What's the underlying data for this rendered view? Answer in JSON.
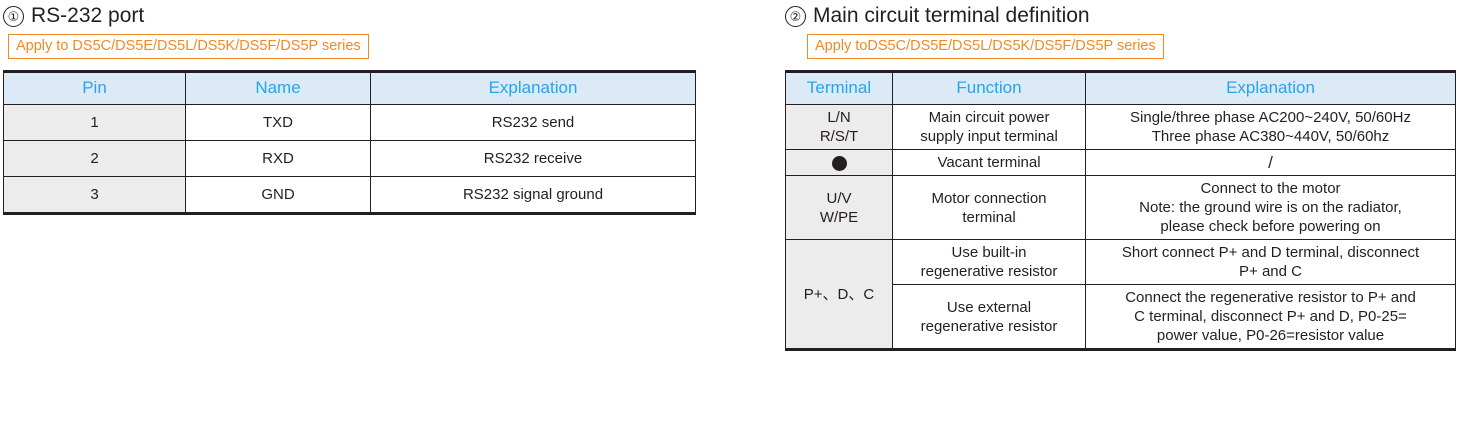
{
  "sections": [
    {
      "number": "①",
      "title": "RS-232 port",
      "badge": "Apply to DS5C/DS5E/DS5L/DS5K/DS5F/DS5P series",
      "table": {
        "headers": [
          "Pin",
          "Name",
          "Explanation"
        ],
        "rows": [
          [
            "1",
            "TXD",
            "RS232 send"
          ],
          [
            "2",
            "RXD",
            "RS232 receive"
          ],
          [
            "3",
            "GND",
            "RS232 signal ground"
          ]
        ]
      }
    },
    {
      "number": "②",
      "title": "Main circuit terminal definition",
      "badge": "Apply toDS5C/DS5E/DS5L/DS5K/DS5F/DS5P series",
      "table": {
        "headers": [
          "Terminal",
          "Function",
          "Explanation"
        ],
        "rows": [
          {
            "terminal_line1": "L/N",
            "terminal_line2": "R/S/T",
            "function_line1": "Main circuit power",
            "function_line2": "supply input terminal",
            "explanation_line1": "Single/three phase AC200~240V, 50/60Hz",
            "explanation_line2": "Three phase AC380~440V, 50/60hz"
          },
          {
            "terminal_icon": "filled-circle-icon",
            "function_line1": "Vacant terminal",
            "explanation_line1": "/"
          },
          {
            "terminal_line1": "U/V",
            "terminal_line2": "W/PE",
            "function_line1": "Motor connection",
            "function_line2": "terminal",
            "explanation_line1": "Connect to the motor",
            "explanation_line2": "Note: the ground wire is on the radiator,",
            "explanation_line3": "please check before powering on"
          },
          {
            "terminal_line1": "P+、D、C",
            "sub_rows": [
              {
                "function_line1": "Use built-in",
                "function_line2": "regenerative resistor",
                "explanation_line1": "Short connect P+ and D terminal, disconnect",
                "explanation_line2": "P+ and C"
              },
              {
                "function_line1": "Use external",
                "function_line2": "regenerative resistor",
                "explanation_line1": "Connect the regenerative resistor to P+ and",
                "explanation_line2": "C terminal, disconnect P+ and D, P0-25=",
                "explanation_line3": "power value, P0-26=resistor value"
              }
            ]
          }
        ]
      }
    }
  ],
  "colors": {
    "header_bg": "#dce9f7",
    "header_text": "#29a3ec",
    "shaded_cell_bg": "#ececec",
    "badge_border": "#f08a24",
    "badge_text": "#f08a24",
    "body_text": "#231f20"
  }
}
